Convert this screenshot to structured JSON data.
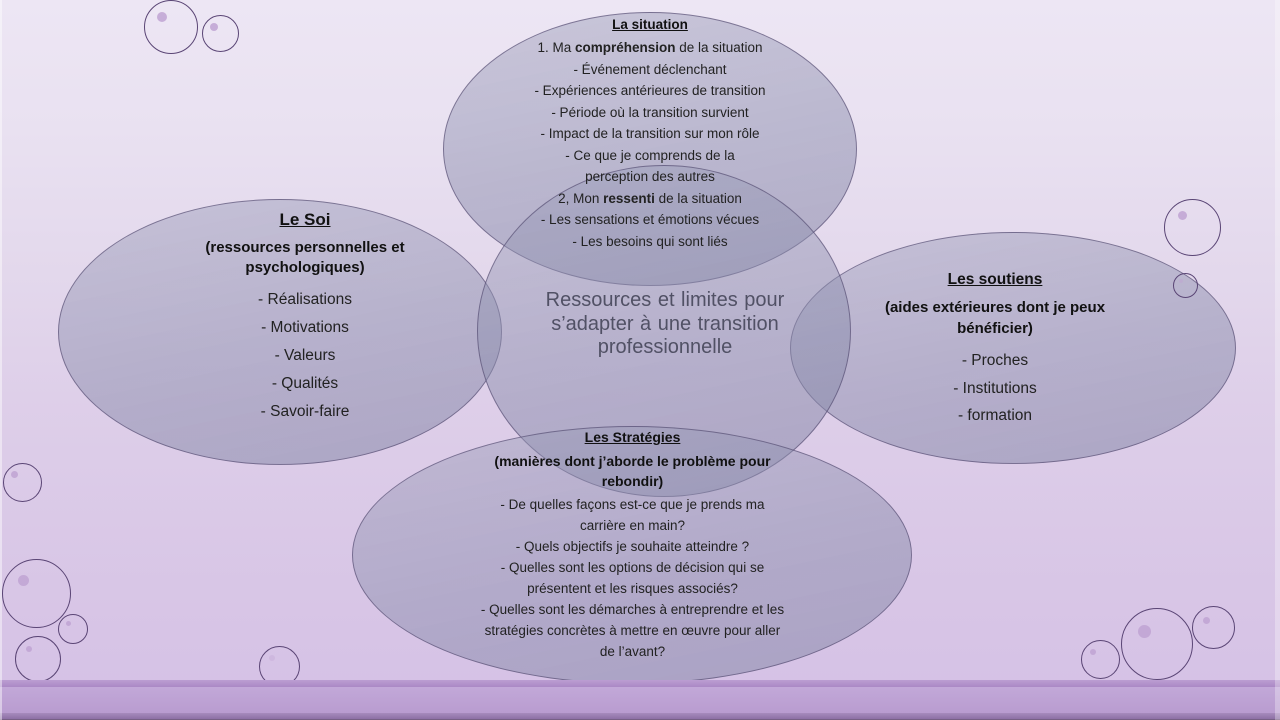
{
  "slide": {
    "center_text": "Ressources et limites pour\ns’adapter à une transition\nprofessionnelle"
  },
  "ellipses": {
    "situation": {
      "title": "La situation",
      "lines": [
        "1. Ma **compréhension** de la situation",
        "- Événement déclenchant",
        "- Expériences antérieures de transition",
        "- Période où la transition survient",
        "- Impact de la transition sur mon rôle",
        "- Ce que je comprends de la\nperception des autres",
        "2, Mon **ressenti** de la situation",
        "- Les sensations et émotions vécues",
        "- Les besoins qui sont liés"
      ]
    },
    "soi": {
      "title": "Le Soi",
      "subtitle": "(ressources personnelles et\npsychologiques)",
      "lines": [
        "- Réalisations",
        "- Motivations",
        "- Valeurs",
        "- Qualités",
        "- Savoir-faire"
      ]
    },
    "soutiens": {
      "title": "Les soutiens",
      "subtitle": "(aides extérieures dont je peux\nbénéficier)",
      "lines": [
        "- Proches",
        "- Institutions",
        "- formation"
      ]
    },
    "strategies": {
      "title": "Les Stratégies",
      "subtitle": "(manières dont j’aborde le problème pour\nrebondir)",
      "lines": [
        "- De quelles façons est-ce que je prends ma\ncarrière en main?",
        "- Quels objectifs je souhaite atteindre ?",
        "- Quelles sont les options de décision qui se\nprésentent et les risques associés?",
        "- Quelles sont les démarches à entreprendre et les\nstratégies concrètes à mettre en œuvre pour aller\nde l’avant?"
      ]
    }
  },
  "colors": {
    "background_top": "#ede6f4",
    "background_bottom": "#d5c1e5",
    "ellipse_fill": "#8c8ead",
    "ellipse_border": "#4d4269",
    "body_text": "#222222",
    "center_text": "#515165",
    "band_dark": "#ab88c5",
    "band_mid": "#b99cd0",
    "band_deep": "#8d70a5",
    "bubble_stroke": "#5a4575",
    "bubble_dot": "#c0a3d2"
  }
}
